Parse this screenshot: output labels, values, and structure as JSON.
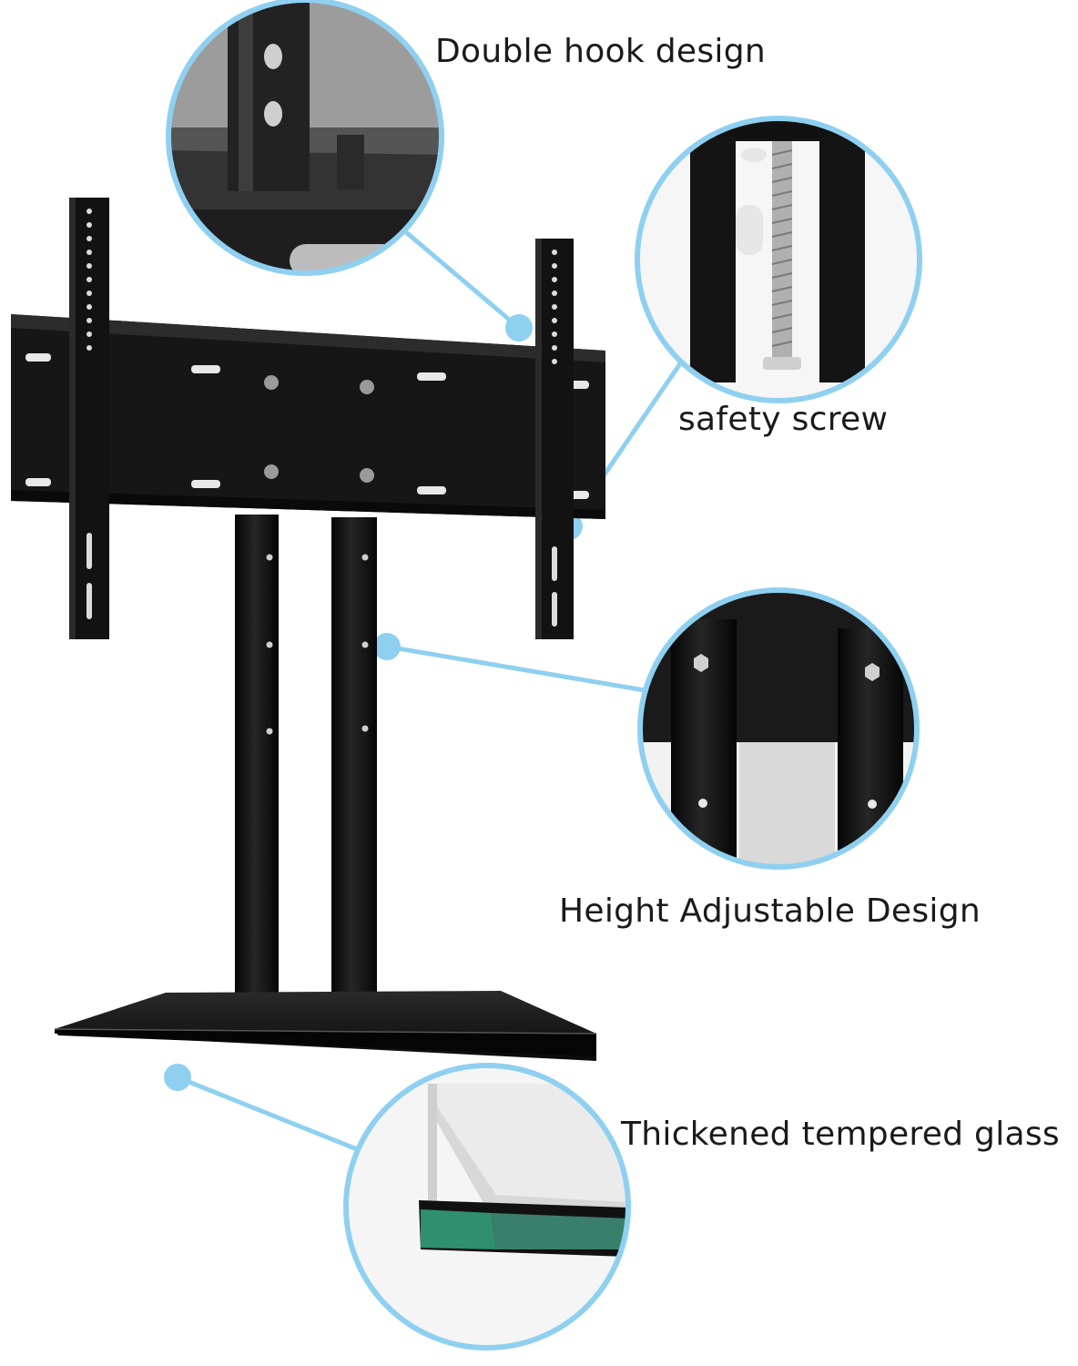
{
  "callouts": {
    "double_hook": {
      "label": "Double hook design",
      "icon": "hook-closeup"
    },
    "safety_screw": {
      "label": "safety screw",
      "icon": "screw-closeup"
    },
    "height_adjustable": {
      "label": "Height Adjustable Design",
      "icon": "pillar-closeup"
    },
    "tempered_glass": {
      "label": "Thickened tempered glass",
      "icon": "glass-edge-closeup"
    }
  },
  "colors": {
    "accent": "#8fd0f0",
    "metal": "#141414",
    "background": "#ffffff",
    "glass_edge": "#2f8f6f"
  }
}
